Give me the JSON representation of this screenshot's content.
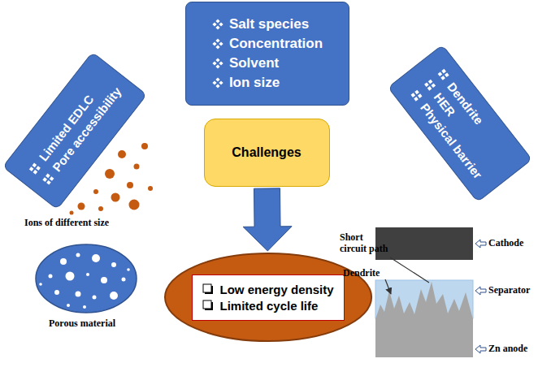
{
  "diagram": {
    "nodes": [
      {
        "text": [
          "Limited EDLC",
          "Pore accessibility"
        ]
      },
      {
        "text": [
          "Salt species",
          "Concentration",
          "Solvent",
          "Ion size"
        ]
      },
      {
        "text": [
          "Dendrite",
          "HER",
          "Physical barrier"
        ]
      },
      {
        "text": [
          "Challenges"
        ]
      },
      {
        "text": [
          "Low energy density",
          "Limited cycle life"
        ]
      }
    ],
    "edges": [
      {
        "from": 3,
        "to": 4,
        "arrow": "to"
      }
    ],
    "labels": [
      "Ions of different size",
      "Porous material",
      "Short circuit path",
      "Dendrite",
      "Cathode",
      "Separator",
      "Zn anode"
    ]
  }
}
